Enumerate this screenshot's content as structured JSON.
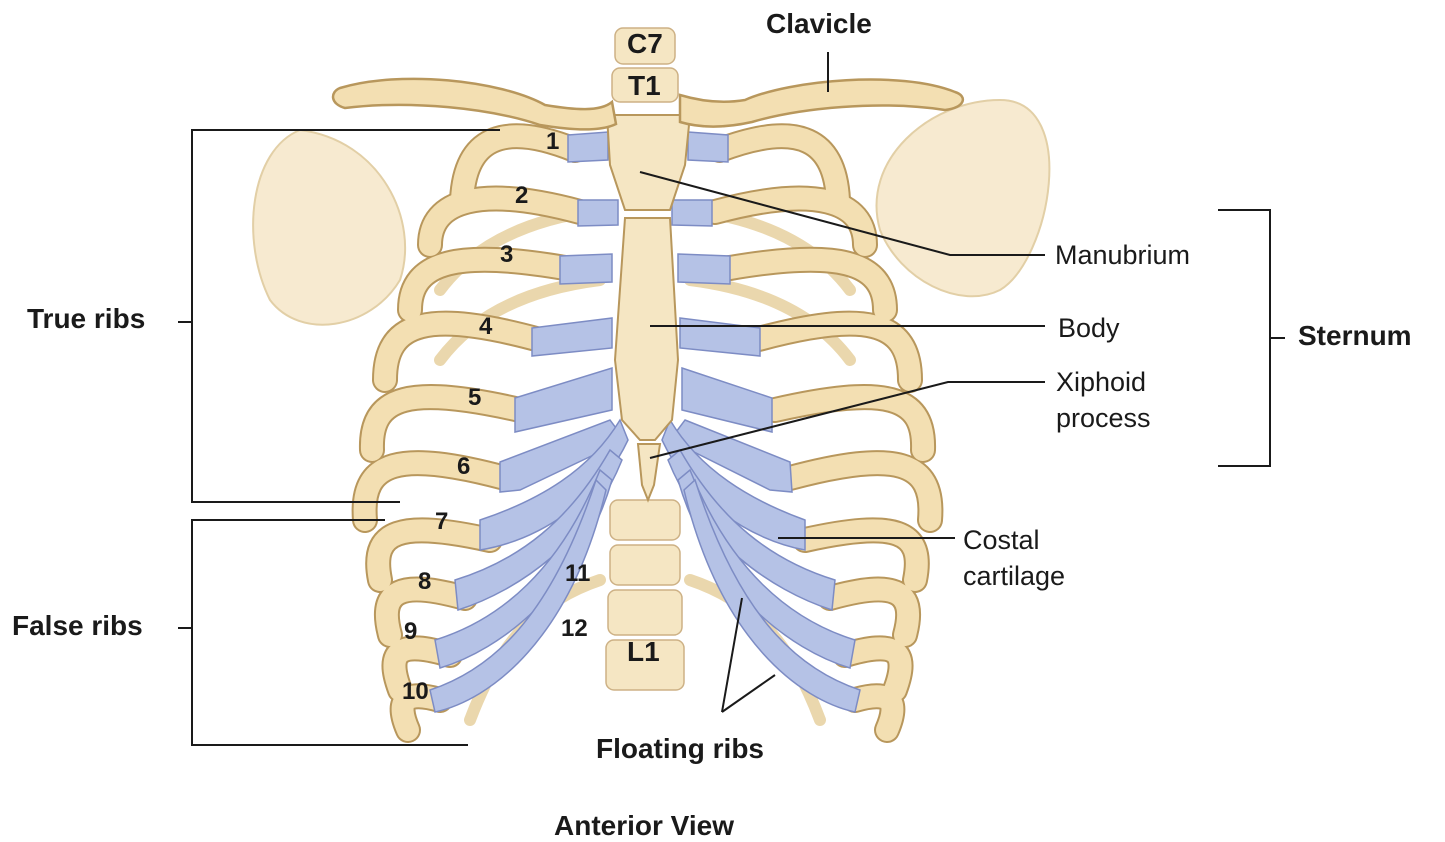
{
  "labels": {
    "clavicle": "Clavicle",
    "c7": "C7",
    "t1": "T1",
    "l1": "L1",
    "manubrium": "Manubrium",
    "body": "Body",
    "xiphoid_line1": "Xiphoid",
    "xiphoid_line2": "process",
    "sternum": "Sternum",
    "true_ribs": "True ribs",
    "false_ribs": "False ribs",
    "costal_line1": "Costal",
    "costal_line2": "cartilage",
    "floating_ribs": "Floating ribs",
    "anterior_view": "Anterior View"
  },
  "rib_numbers": [
    "1",
    "2",
    "3",
    "4",
    "5",
    "6",
    "7",
    "8",
    "9",
    "10",
    "11",
    "12"
  ],
  "colors": {
    "bone": "#f3dfb2",
    "bone_outline": "#b8975c",
    "cartilage": "#b5c2e6",
    "cartilage_outline": "#7d8cc4",
    "leader_line": "#1a1a1a"
  }
}
